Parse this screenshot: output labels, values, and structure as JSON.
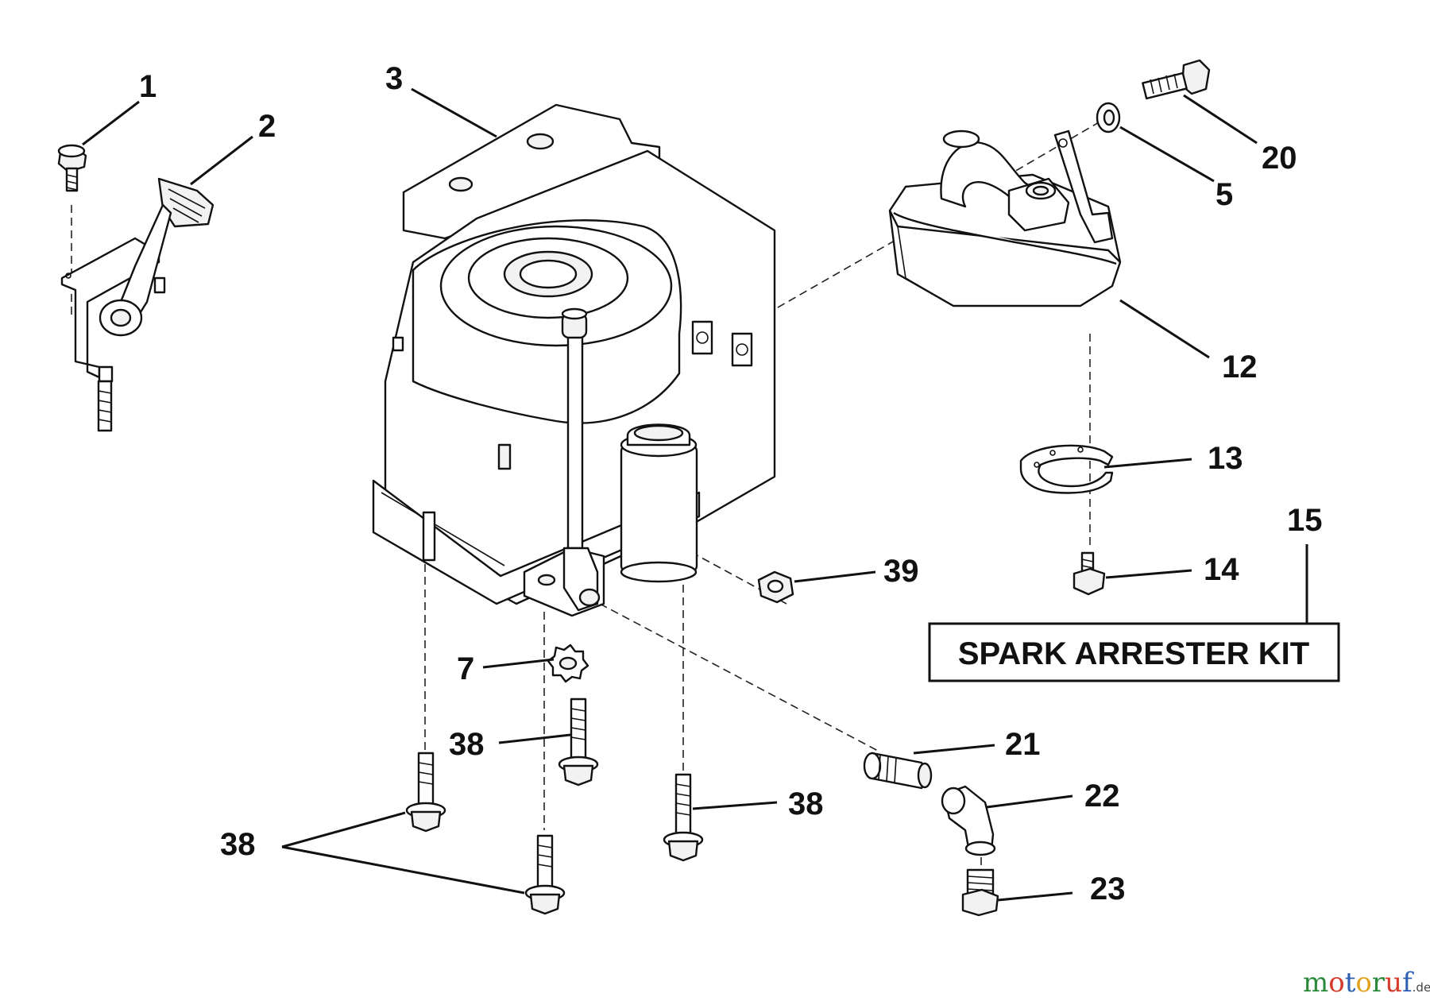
{
  "callouts": [
    {
      "id": "1",
      "label": "1"
    },
    {
      "id": "2",
      "label": "2"
    },
    {
      "id": "3",
      "label": "3"
    },
    {
      "id": "20",
      "label": "20"
    },
    {
      "id": "5",
      "label": "5"
    },
    {
      "id": "12",
      "label": "12"
    },
    {
      "id": "13",
      "label": "13"
    },
    {
      "id": "15",
      "label": "15"
    },
    {
      "id": "14",
      "label": "14"
    },
    {
      "id": "39",
      "label": "39"
    },
    {
      "id": "7",
      "label": "7"
    },
    {
      "id": "38a",
      "label": "38"
    },
    {
      "id": "38b",
      "label": "38"
    },
    {
      "id": "38c",
      "label": "38"
    },
    {
      "id": "21",
      "label": "21"
    },
    {
      "id": "22",
      "label": "22"
    },
    {
      "id": "23",
      "label": "23"
    }
  ],
  "kit": {
    "label": "SPARK ARRESTER KIT"
  },
  "watermark": {
    "parts": [
      {
        "text": "m",
        "color": "#2a8a3a"
      },
      {
        "text": "o",
        "color": "#d63a2a"
      },
      {
        "text": "t",
        "color": "#2d5fb0"
      },
      {
        "text": "o",
        "color": "#e2a21c"
      },
      {
        "text": "r",
        "color": "#2a8a3a"
      },
      {
        "text": "u",
        "color": "#d63a2a"
      },
      {
        "text": "f",
        "color": "#2d5fb0"
      }
    ],
    "suffix": ".de"
  }
}
